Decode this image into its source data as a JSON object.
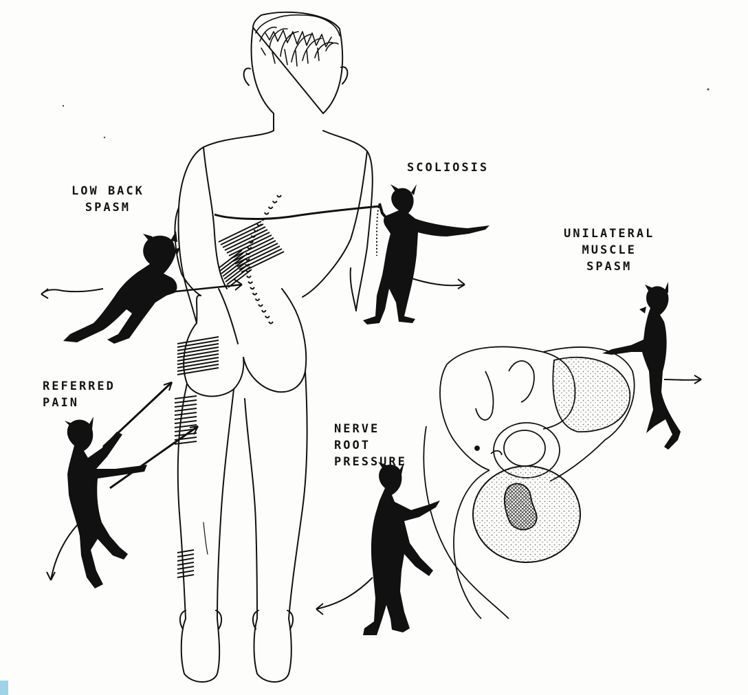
{
  "labels": {
    "low_back_spasm": [
      "LOW BACK",
      "SPASM"
    ],
    "scoliosis": [
      "SCOLIOSIS"
    ],
    "unilateral_muscle_spasm": [
      "UNILATERAL",
      "MUSCLE",
      "SPASM"
    ],
    "referred_pain": [
      "REFERRED",
      "PAIN"
    ],
    "nerve_root_pressure": [
      "NERVE",
      "ROOT",
      "PRESSURE"
    ]
  },
  "colors": {
    "ink": "#111111",
    "paper": "#fdfdfb",
    "stipple": "#8a8a8a",
    "corner_tab": "#9fd3e4"
  }
}
